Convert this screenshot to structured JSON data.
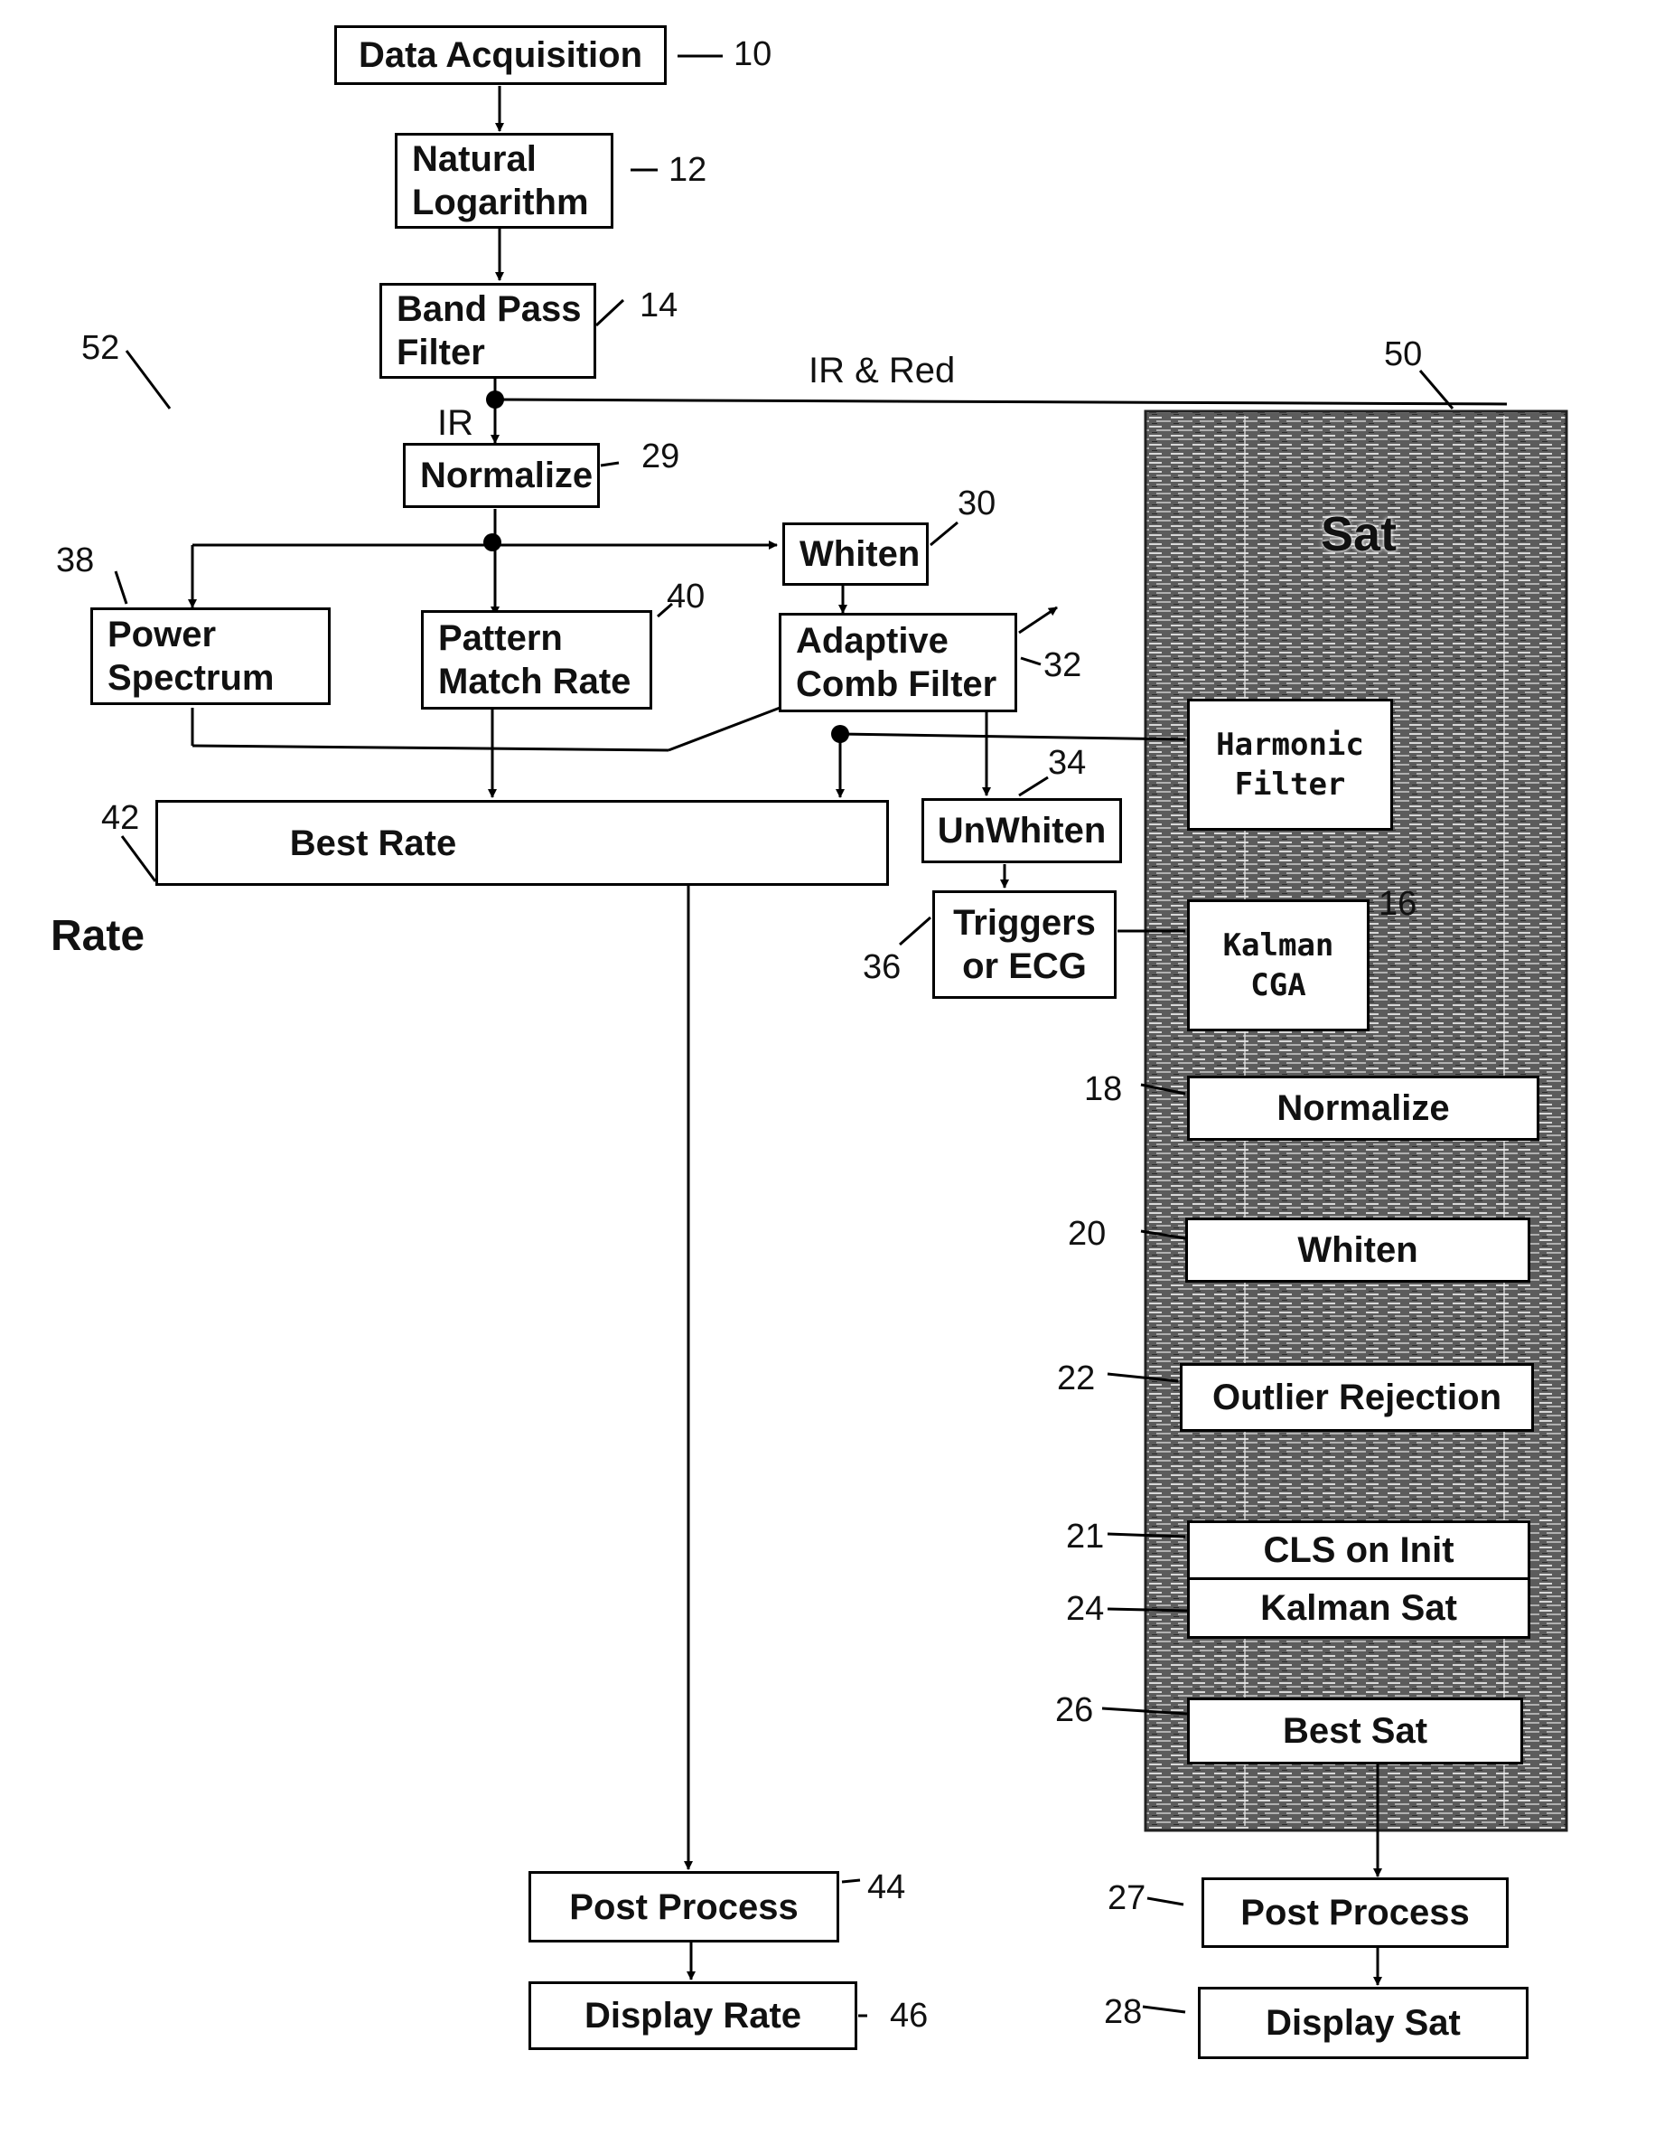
{
  "boxes": {
    "data_acquisition": "Data Acquisition",
    "natural_logarithm": [
      "Natural",
      "Logarithm"
    ],
    "band_pass_filter": [
      "Band Pass",
      "Filter"
    ],
    "normalize_ir": "Normalize",
    "whiten_ir": "Whiten",
    "power_spectrum": [
      "Power",
      "Spectrum"
    ],
    "pattern_match_rate": [
      "Pattern",
      "Match Rate"
    ],
    "adaptive_comb_filter": [
      "Adaptive",
      "Comb Filter"
    ],
    "best_rate": "Best Rate",
    "unwhiten": "UnWhiten",
    "triggers_ecg": [
      "Triggers",
      "or ECG"
    ],
    "post_process_rate": "Post Process",
    "display_rate": "Display Rate",
    "harmonic_filter": [
      "Harmonic",
      "Filter"
    ],
    "kalman_cga": [
      "Kalman",
      "CGA"
    ],
    "normalize_sat": "Normalize",
    "whiten_sat": "Whiten",
    "outlier_rejection": "Outlier Rejection",
    "cls_on_init": "CLS on Init",
    "kalman_sat": "Kalman Sat",
    "best_sat": "Best Sat",
    "post_process_sat": "Post Process",
    "display_sat": "Display Sat"
  },
  "refs": {
    "r10": "10",
    "r12": "12",
    "r14": "14",
    "r29": "29",
    "r30": "30",
    "r38": "38",
    "r40": "40",
    "r32": "32",
    "r34": "34",
    "r42": "42",
    "r36": "36",
    "r44": "44",
    "r46": "46",
    "r50": "50",
    "r52": "52",
    "r16": "16",
    "r18": "18",
    "r20": "20",
    "r22": "22",
    "r21": "21",
    "r24": "24",
    "r26": "26",
    "r27": "27",
    "r28": "28"
  },
  "labels": {
    "ir": "IR",
    "ir_red": "IR & Red",
    "rate": "Rate",
    "sat": "Sat"
  }
}
